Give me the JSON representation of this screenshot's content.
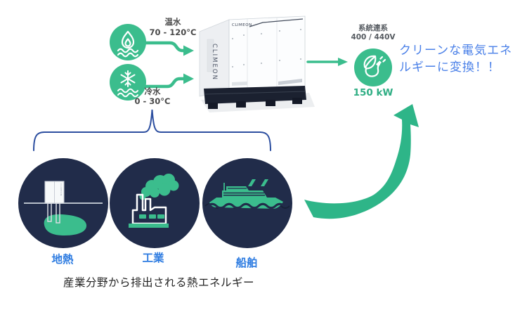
{
  "inputs": {
    "hot_water": {
      "label": "温水",
      "range": "70 - 120°C",
      "icon": "flame-waves-icon"
    },
    "cold_water": {
      "label": "冷水",
      "range": "0 - 30°C",
      "icon": "snowflake-waves-icon"
    }
  },
  "machine": {
    "brand": "CLIMEON"
  },
  "output": {
    "grid_label": "系統連系",
    "voltage": "400 / 440V",
    "power": "150 kW",
    "icon": "leaf-plug-icon",
    "message_line1": "クリーンな電気エネ",
    "message_line2": "ルギーに変換！！"
  },
  "sources": {
    "items": [
      {
        "label": "地熱",
        "icon": "geothermal-icon"
      },
      {
        "label": "工業",
        "icon": "factory-icon"
      },
      {
        "label": "船舶",
        "icon": "ship-icon"
      }
    ],
    "caption": "産業分野から排出される熱エネルギー"
  },
  "colors": {
    "green": "#3bbd8d",
    "navy": "#212c4a",
    "label_blue": "#2e7ce1",
    "message_blue": "#4a80e8",
    "bracket_blue": "#2d4fa0"
  }
}
